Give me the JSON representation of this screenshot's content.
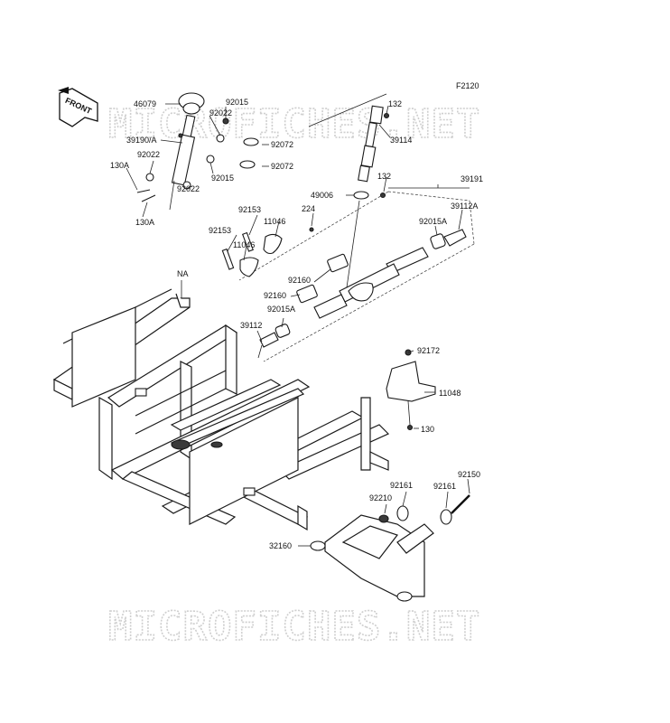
{
  "figure_code": "F2120",
  "front_label": "FRONT",
  "na_label": "NA",
  "watermark_text": "MICROFICHES.NET",
  "labels": {
    "p46079": "46079",
    "p92015_a": "92015",
    "p92022_a": "92022",
    "p39190A": "39190/A",
    "p92072_a": "92072",
    "p92022_b": "92022",
    "p130A_a": "130A",
    "p92015_b": "92015",
    "p92072_b": "92072",
    "p92022_c": "92022",
    "p130A_b": "130A",
    "p132_a": "132",
    "p39114": "39114",
    "p132_b": "132",
    "p49006": "49006",
    "p39191": "39191",
    "p224": "224",
    "p92153_a": "92153",
    "p11046_a": "11046",
    "p92153_b": "92153",
    "p11046_b": "11046",
    "p39112A": "39112A",
    "p92015A_a": "92015A",
    "p92160_a": "92160",
    "p92160_b": "92160",
    "p92015A_b": "92015A",
    "p39112": "39112",
    "p92172": "92172",
    "p11048": "11048",
    "p130": "130",
    "p92150": "92150",
    "p92161_a": "92161",
    "p92161_b": "92161",
    "p92210": "92210",
    "p32160": "32160"
  }
}
